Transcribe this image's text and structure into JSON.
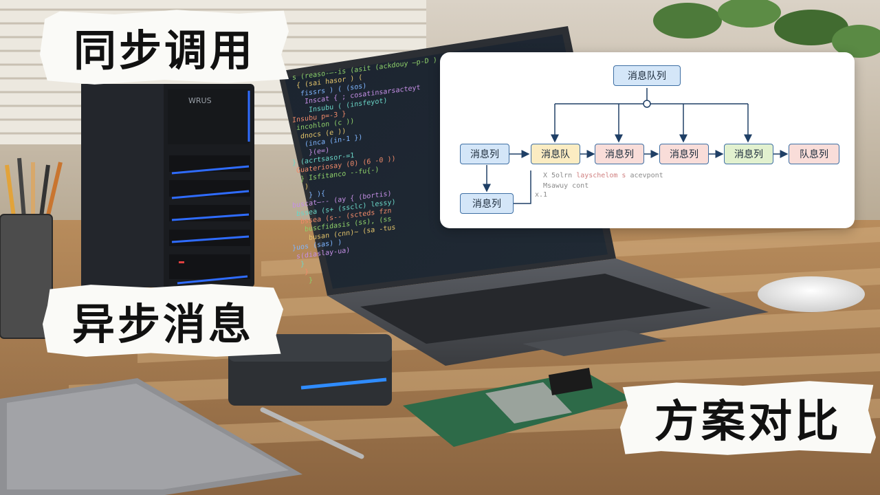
{
  "labels": {
    "sync": "同步调用",
    "async": "异步消息",
    "compare": "方案对比"
  },
  "diagram": {
    "top_node": "消息队列",
    "row_nodes": [
      "消息列",
      "消息队",
      "消息列",
      "消息列",
      "消息列",
      "队息列"
    ],
    "bottom_node": "消息列",
    "faint_lines": [
      "X 5olrn",
      "layschelom s",
      "acevpont",
      "Msawuy cont",
      "x.1"
    ],
    "colors": {
      "blue": "#d4e6f8",
      "yellow": "#fbecc2",
      "pink": "#f9ddd9",
      "green": "#e2f1cf",
      "border": "#3d6ea3"
    }
  },
  "code_lines": [
    "s (reaso-—-is (asit (ackdouy —p-D )",
    "{ (sai hasor ) (",
    "fissrs ) ( (sos)",
    "Inscat { ; cosatinsarsacteyt",
    "Insubu ( (insfeyot)",
    "Insubu p=-3  }",
    "incohlon (c  ))",
    "dnocs (e  ))",
    "(inca (in-1  })",
    "}(e=)",
    "} (acrtsasor-=1",
    "Guateriosay (0) (6 -0  ))",
    "} Isfitanco --fu{-)",
    ")",
    "} ){",
    "buscat—-- (ay { (bortis)",
    "bssea (s+ (ssclc) lessy)",
    "bssea (s-- (scteds fzn",
    "buscfidasis (ss), (ss",
    "busan (cnn)~ (sa -tus",
    "}uos (sas)  )",
    "s(diaslay-ua)",
    "}",
    "}",
    "}"
  ],
  "server_badge": "WRUS"
}
